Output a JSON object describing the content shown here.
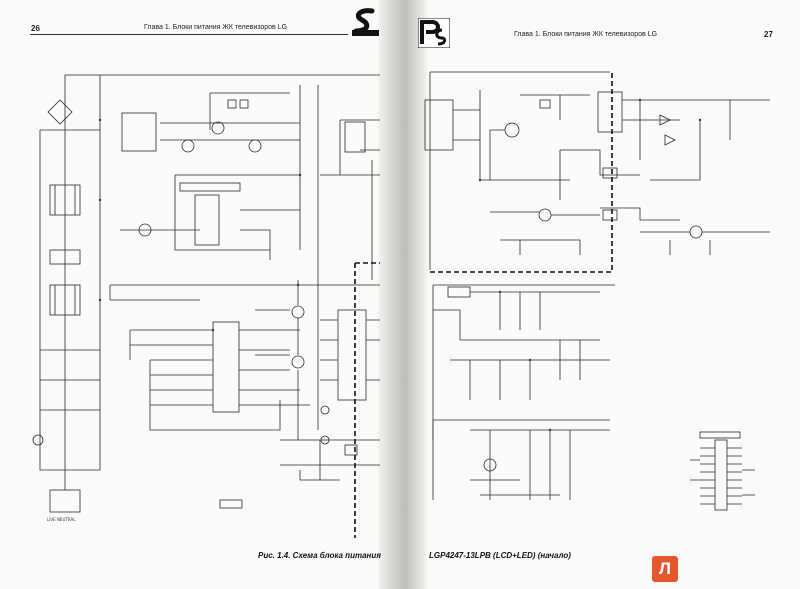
{
  "left_page": {
    "page_number": "26",
    "running_head": "Глава 1. Блоки питания ЖК телевизоров LG",
    "caption": "Рис. 1.4. Схема блока питания",
    "labels": {
      "live_neutral": "LIVE  NEUTRAL"
    }
  },
  "right_page": {
    "page_number": "27",
    "running_head": "Глава 1. Блоки питания ЖК телевизоров LG",
    "caption": "LGP4247-13LPB (LCD+LED) (начало)"
  },
  "logos": {
    "solon": "СОЛОН",
    "remont_servis": "Ремонт & Сервис"
  },
  "corner_badge": "Л",
  "colors": {
    "paper": "#fafaf8",
    "ink": "#1a1a1a",
    "badge": "#e4572e"
  }
}
